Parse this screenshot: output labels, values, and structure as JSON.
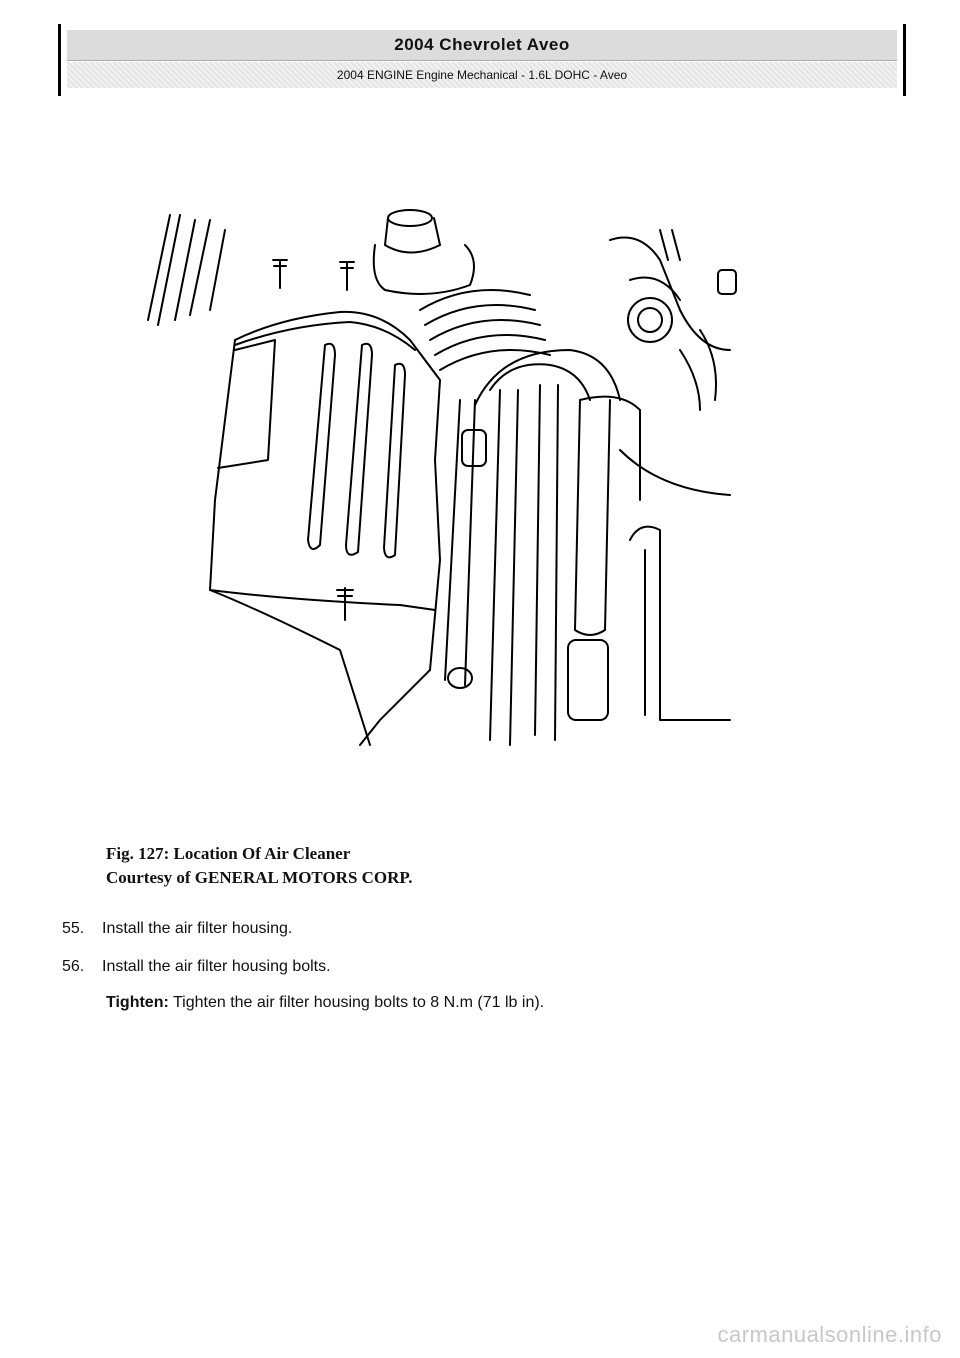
{
  "header": {
    "title": "2004 Chevrolet Aveo",
    "subtitle": "2004 ENGINE Engine Mechanical - 1.6L DOHC - Aveo"
  },
  "figure": {
    "caption_line1": "Fig. 127: Location Of Air Cleaner",
    "caption_line2": "Courtesy of GENERAL MOTORS CORP."
  },
  "steps": [
    {
      "num": "55.",
      "text": "Install the air filter housing."
    },
    {
      "num": "56.",
      "text": "Install the air filter housing bolts."
    }
  ],
  "tighten": {
    "label": "Tighten:",
    "text": " Tighten the air filter housing bolts to 8 N.m (71 lb in)."
  },
  "watermark": "carmanualsonline.info"
}
